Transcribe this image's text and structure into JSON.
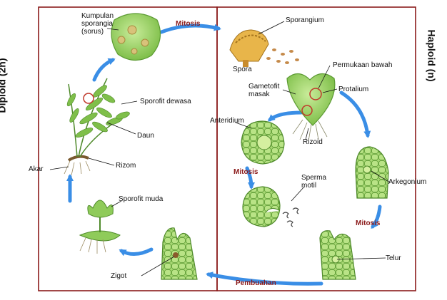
{
  "diagram": {
    "side_left": "Diploid (2n)",
    "side_right": "Haploid (n)",
    "labels": {
      "kumpulan": [
        "Kumpulan",
        "sporangia",
        "(sorus)"
      ],
      "mitosis_top": "Mitosis",
      "sporangium": "Sporangium",
      "spora": "Spora",
      "permukaan_bawah": "Permukaan bawah",
      "gametofit_masak": [
        "Gametofit",
        "masak"
      ],
      "protalium": "Protalium",
      "anteridium": "Anteridium",
      "rizoid": "Rizoid",
      "sporofit_dewasa": "Sporofit dewasa",
      "daun": "Daun",
      "rizom": "Rizom",
      "akar": "Akar",
      "mitosis_left": "Mitosis",
      "sperma_motil": [
        "Sperma",
        "motil"
      ],
      "arkegonium": "Arkegonium",
      "mitosis_right": "Mitosis",
      "sporofit_muda": "Sporofit muda",
      "telur": "Telur",
      "zigot": "Zigot",
      "pembuahan": "Pembuahan"
    }
  },
  "colors": {
    "arrow": "#3a8ee6",
    "frame": "#8b1a1a",
    "accent_text": "#8b1a1a",
    "cell_fill": "#9fd36a",
    "cell_stroke": "#4f8a2b",
    "circle_mark": "#c0392b",
    "spore": "#c58a4a"
  }
}
